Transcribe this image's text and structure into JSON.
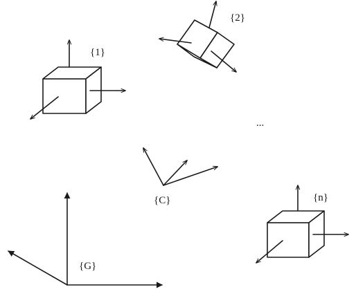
{
  "frames": {
    "frame_1": "{1}",
    "frame_2": "{2}",
    "frame_n": "{n}",
    "frame_c": "{C}",
    "frame_g": "{G}"
  },
  "ellipsis": "...",
  "colors": {
    "ink": "#1a1a1a",
    "background": "#ffffff"
  }
}
